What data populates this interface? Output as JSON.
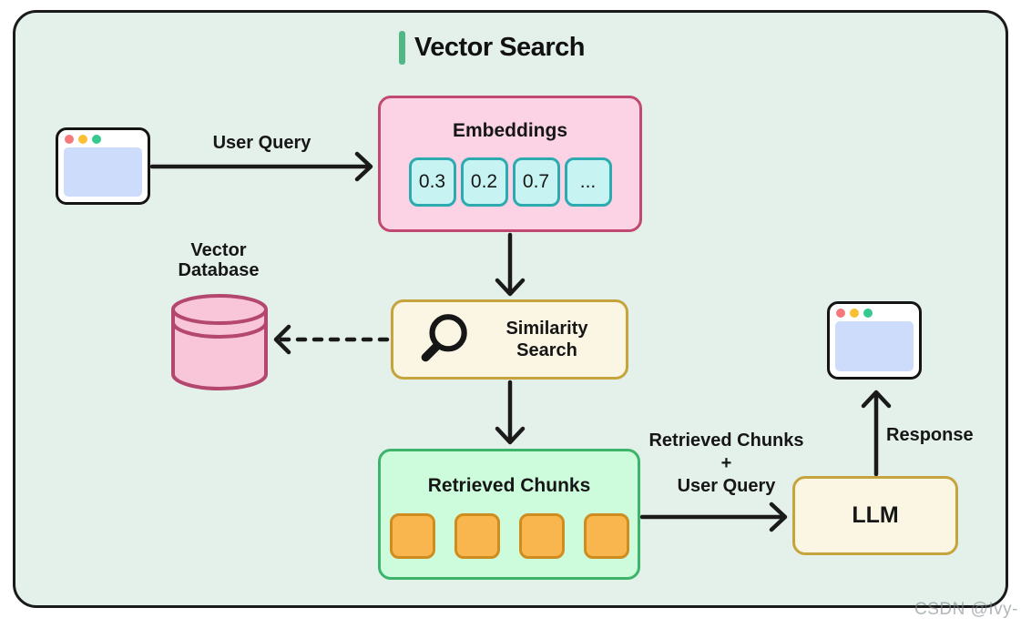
{
  "title": {
    "text": "Vector Search",
    "accent_color": "#4fb885"
  },
  "flow": {
    "user_query_label": "User Query",
    "embeddings": {
      "title": "Embeddings",
      "values": [
        "0.3",
        "0.2",
        "0.7",
        "..."
      ],
      "fill": "#fbd3e4",
      "border": "#c2496f",
      "chip_fill": "#c7f4f2",
      "chip_border": "#2caab0"
    },
    "similarity_search": {
      "line1": "Similarity",
      "line2": "Search",
      "fill": "#fbf6e3",
      "border": "#c6a43d"
    },
    "vector_database": {
      "line1": "Vector",
      "line2": "Database",
      "fill": "#f9c6d9",
      "border": "#b4476d"
    },
    "retrieved_chunks": {
      "title": "Retrieved Chunks",
      "chunk_count": 4,
      "fill": "#cdfcdc",
      "border": "#3cb56b",
      "chunk_fill": "#f9b54e",
      "chunk_border": "#cf8d1f"
    },
    "handoff_label": {
      "line1": "Retrieved Chunks",
      "line2": "+",
      "line3": "User Query"
    },
    "llm": {
      "label": "LLM",
      "fill": "#fbf6e3",
      "border": "#c6a43d"
    },
    "response_label": "Response"
  },
  "board": {
    "background": "#e4f1eb",
    "border": "#1a1a1a"
  },
  "browser_icon": {
    "content_fill": "#cedcfb",
    "dots": [
      "#f5787d",
      "#fbbf33",
      "#35c98f"
    ]
  },
  "watermark": "CSDN @Ivy-"
}
